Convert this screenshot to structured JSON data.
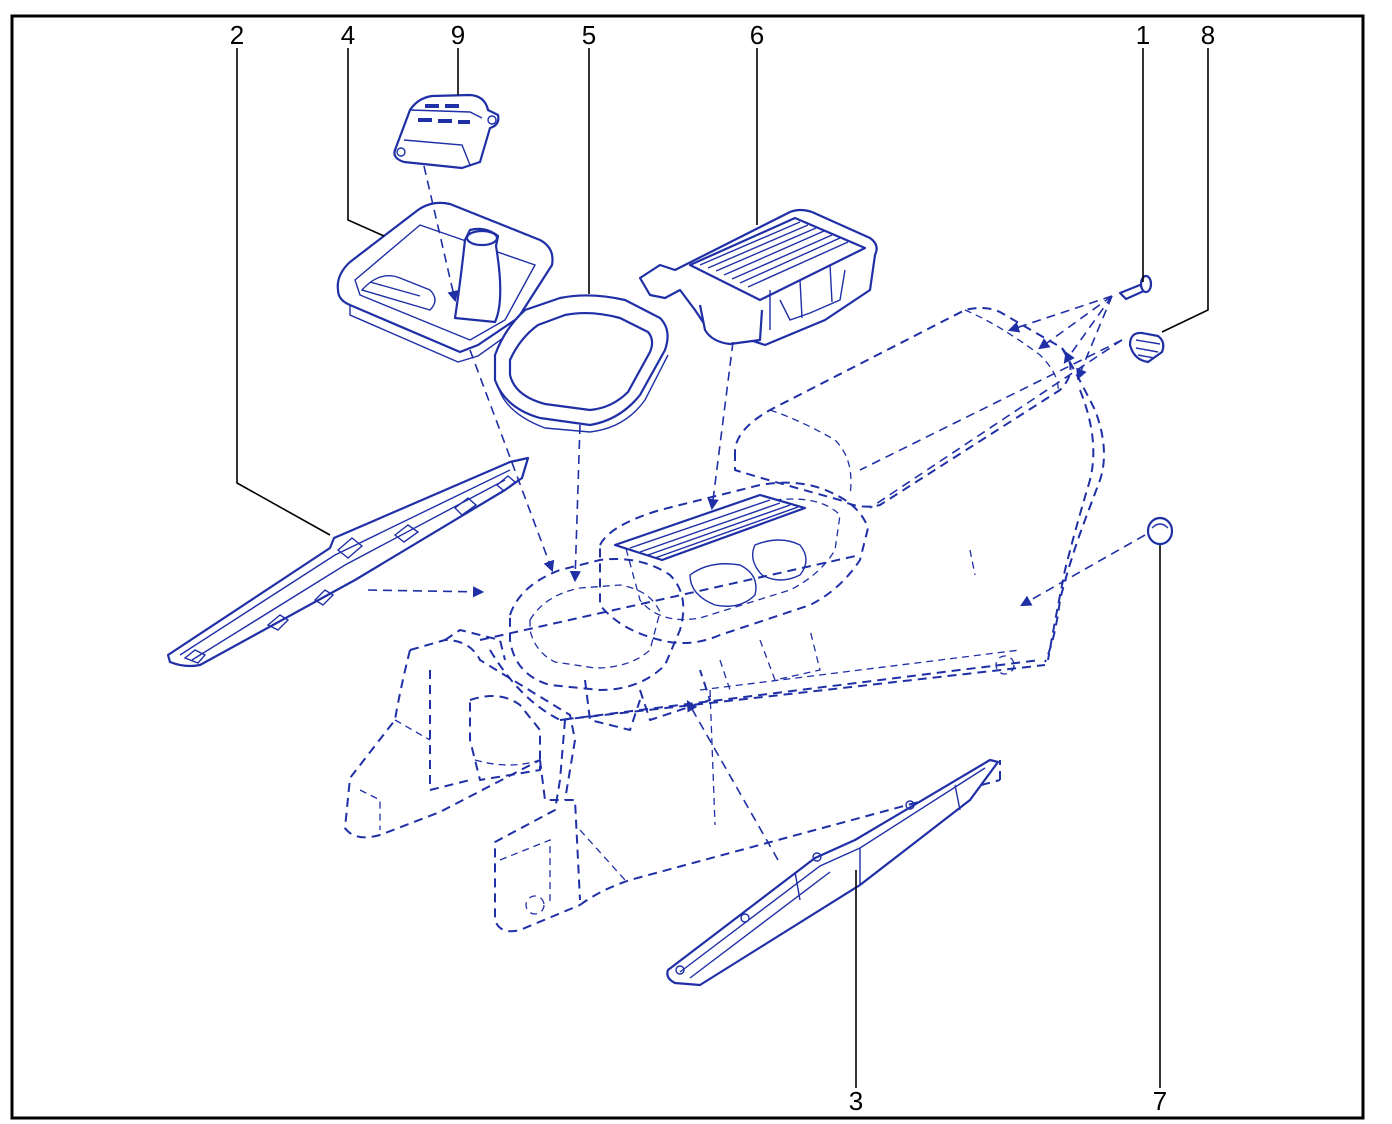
{
  "colors": {
    "line": "#1f2fa6",
    "frame": "#000000"
  },
  "callouts": [
    {
      "id": "c2",
      "label": "2"
    },
    {
      "id": "c4",
      "label": "4"
    },
    {
      "id": "c9",
      "label": "9"
    },
    {
      "id": "c5",
      "label": "5"
    },
    {
      "id": "c6",
      "label": "6"
    },
    {
      "id": "c1",
      "label": "1"
    },
    {
      "id": "c8",
      "label": "8"
    },
    {
      "id": "c3",
      "label": "3"
    },
    {
      "id": "c7",
      "label": "7"
    }
  ]
}
